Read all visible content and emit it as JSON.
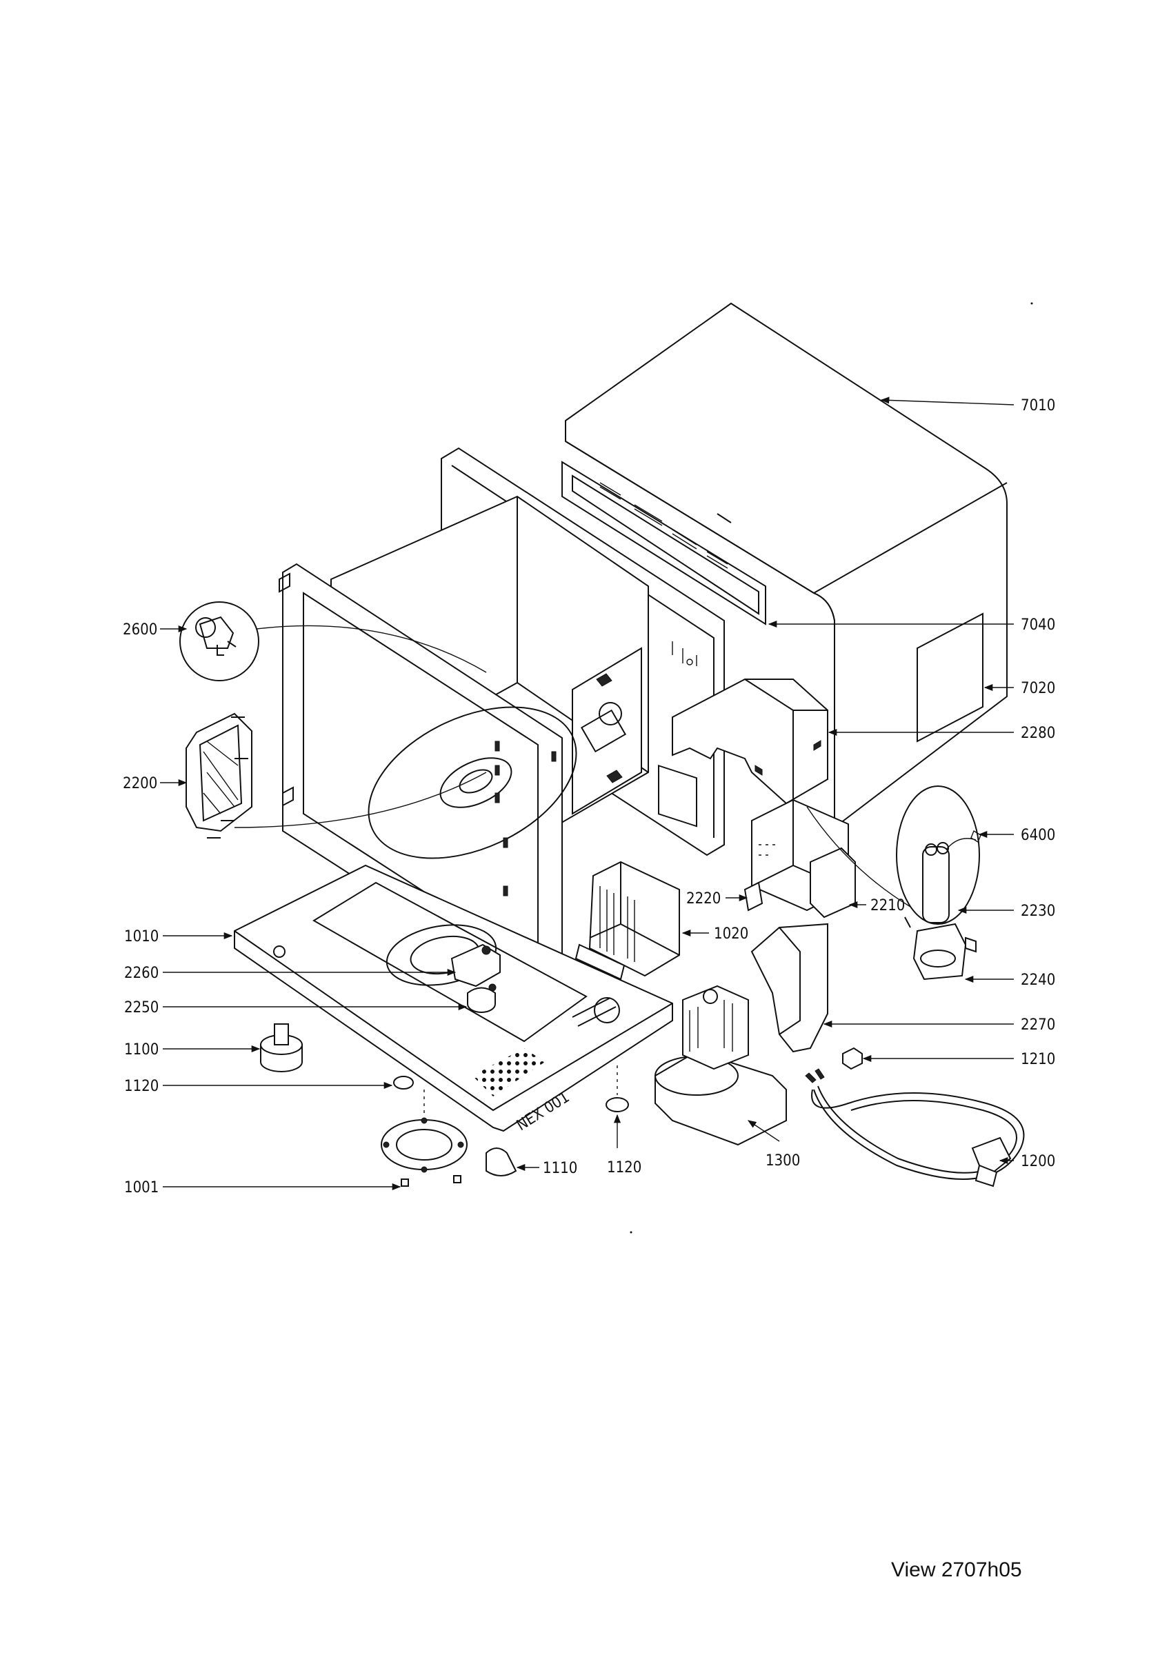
{
  "caption": "View 2707h05",
  "stamp_text": "NEX 001",
  "parts": [
    {
      "key": "7010",
      "label": "7010",
      "name": "outer-cabinet"
    },
    {
      "key": "7040",
      "label": "7040",
      "name": "cabinet-rear-panel"
    },
    {
      "key": "7020",
      "label": "7020",
      "name": "rating-label"
    },
    {
      "key": "2280",
      "label": "2280",
      "name": "air-duct"
    },
    {
      "key": "6400",
      "label": "6400",
      "name": "diode-assembly"
    },
    {
      "key": "2230",
      "label": "2230",
      "name": "capacitor"
    },
    {
      "key": "2240",
      "label": "2240",
      "name": "capacitor-bracket"
    },
    {
      "key": "2270",
      "label": "2270",
      "name": "fan-duct"
    },
    {
      "key": "1210",
      "label": "1210",
      "name": "cord-clamp"
    },
    {
      "key": "1200",
      "label": "1200",
      "name": "power-cord"
    },
    {
      "key": "1300",
      "label": "1300",
      "name": "fan-motor"
    },
    {
      "key": "2210",
      "label": "2210",
      "name": "transformer"
    },
    {
      "key": "2220",
      "label": "2220",
      "name": "thermal-fuse"
    },
    {
      "key": "1020",
      "label": "1020",
      "name": "magnetron"
    },
    {
      "key": "2600",
      "label": "2600",
      "name": "lamp"
    },
    {
      "key": "2200",
      "label": "2200",
      "name": "cover-plate"
    },
    {
      "key": "1010",
      "label": "1010",
      "name": "base-plate"
    },
    {
      "key": "2260",
      "label": "2260",
      "name": "turntable-motor"
    },
    {
      "key": "2250",
      "label": "2250",
      "name": "turntable-coupler"
    },
    {
      "key": "1100",
      "label": "1100",
      "name": "foot-knob"
    },
    {
      "key": "1120a",
      "label": "1120",
      "name": "rubber-foot-left"
    },
    {
      "key": "1120b",
      "label": "1120",
      "name": "rubber-foot-right"
    },
    {
      "key": "1110",
      "label": "1110",
      "name": "foot-cap"
    },
    {
      "key": "1001",
      "label": "1001",
      "name": "screw"
    }
  ]
}
